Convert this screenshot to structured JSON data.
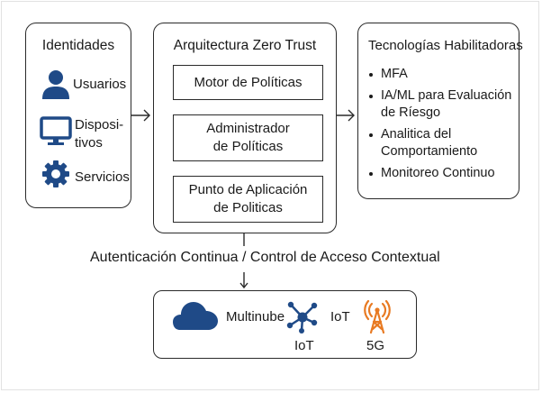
{
  "identities": {
    "title": "Identidades",
    "items": [
      {
        "icon": "user-icon",
        "label": "Usuarios"
      },
      {
        "icon": "monitor-icon",
        "label_line1": "Disposi-",
        "label_line2": "tivos"
      },
      {
        "icon": "gear-icon",
        "label": "Servicios"
      }
    ]
  },
  "zero_trust": {
    "title": "Arquitectura Zero Trust",
    "components": [
      {
        "line1": "Motor de Políticas"
      },
      {
        "line1": "Administrador",
        "line2": "de Políticas"
      },
      {
        "line1": "Punto de Aplicación",
        "line2": "de Politicas"
      }
    ]
  },
  "technologies": {
    "title": "Tecnologías Habilitadoras",
    "items": [
      {
        "line1": "MFA"
      },
      {
        "line1": "IA/ML para Evaluación",
        "line2": "de Ríesgo"
      },
      {
        "line1": "Analitica del",
        "line2": "Comportamiento"
      },
      {
        "line1": "Monitoreo Continuo"
      }
    ]
  },
  "connector": {
    "label": "Autenticación Continua / Control de Acceso Contextual"
  },
  "environments": {
    "items": [
      {
        "icon": "cloud-icon",
        "label": "Multinube"
      },
      {
        "icon": "iot-network-icon",
        "label_side": "IoT",
        "label_below": "IoT"
      },
      {
        "icon": "5g-tower-icon",
        "label": "5G"
      }
    ]
  },
  "colors": {
    "icon_blue": "#1f4a87",
    "tower_orange": "#e87a22",
    "stroke": "#2a2a2a"
  }
}
